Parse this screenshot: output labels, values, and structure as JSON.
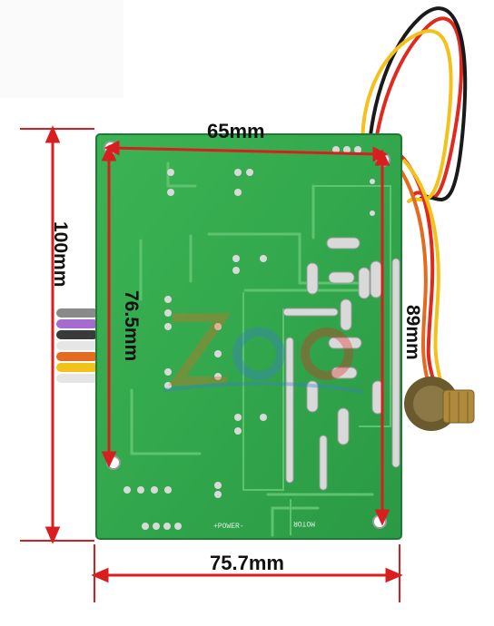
{
  "dimensions": {
    "top_width": "65mm",
    "bottom_width": "75.7mm",
    "left_height": "100mm",
    "inner_height": "76.5mm",
    "right_height": "89mm"
  },
  "silkscreen": {
    "power": "+POWER-",
    "motor": "MOTOR"
  },
  "colors": {
    "dimension_line": "#d81e1e",
    "board_green": "#2fa84a",
    "wire_red": "#e0291f",
    "wire_yellow": "#f2c21a",
    "wire_black": "#1a1a1a"
  }
}
